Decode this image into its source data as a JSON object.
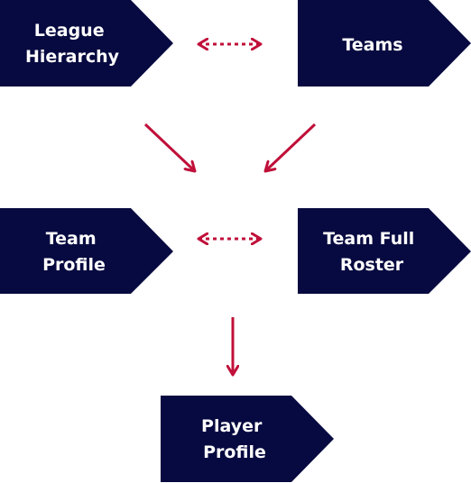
{
  "colors": {
    "node_fill": "#070a40",
    "arrow": "#c0103a",
    "text": "#ffffff",
    "background": "#ffffff"
  },
  "nodes": {
    "league_hierarchy": {
      "line1": "League",
      "line2": "Hierarchy"
    },
    "teams": {
      "line1": "Teams"
    },
    "team_profile": {
      "line1": "Team",
      "line2": "Profile"
    },
    "team_full_roster": {
      "line1": "Team Full",
      "line2": "Roster"
    },
    "player_profile": {
      "line1": "Player",
      "line2": "Profile"
    }
  },
  "edges": [
    {
      "from": "League Hierarchy",
      "to": "Teams",
      "style": "dotted",
      "direction": "both"
    },
    {
      "from": "League Hierarchy",
      "to": "Team Profile / Team Full Roster",
      "style": "solid",
      "direction": "forward"
    },
    {
      "from": "Teams",
      "to": "Team Profile / Team Full Roster",
      "style": "solid",
      "direction": "forward"
    },
    {
      "from": "Team Profile",
      "to": "Team Full Roster",
      "style": "dotted",
      "direction": "both"
    },
    {
      "from": "Team Profile / Team Full Roster",
      "to": "Player Profile",
      "style": "solid",
      "direction": "forward"
    }
  ]
}
